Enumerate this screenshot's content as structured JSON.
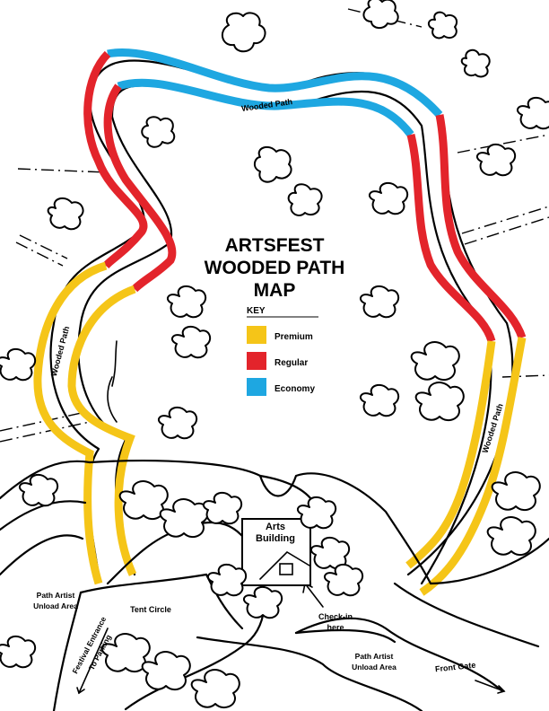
{
  "title": {
    "line1": "ARTSFEST",
    "line2": "WOODED PATH",
    "line3": "MAP"
  },
  "key": {
    "heading": "KEY",
    "items": [
      {
        "label": "Premium",
        "color": "#f5c518"
      },
      {
        "label": "Regular",
        "color": "#e3242b"
      },
      {
        "label": "Economy",
        "color": "#1ea7e1"
      }
    ]
  },
  "colors": {
    "premium": "#f5c518",
    "regular": "#e3242b",
    "economy": "#1ea7e1"
  },
  "labels": {
    "wooded_path_top": "Wooded Path",
    "wooded_path_left": "Wooded Path",
    "wooded_path_right": "Wooded Path",
    "arts_building_1": "Arts",
    "arts_building_2": "Building",
    "tent_circle": "Tent Circle",
    "path_artist_left_1": "Path Artist",
    "path_artist_left_2": "Unload Area",
    "path_artist_right_1": "Path Artist",
    "path_artist_right_2": "Unload Area",
    "check_in_1": "Check-in",
    "check_in_2": "here",
    "festival_entrance_1": "Festival Entrance",
    "festival_entrance_2": "To Parking",
    "front_gate": "Front Gate"
  }
}
